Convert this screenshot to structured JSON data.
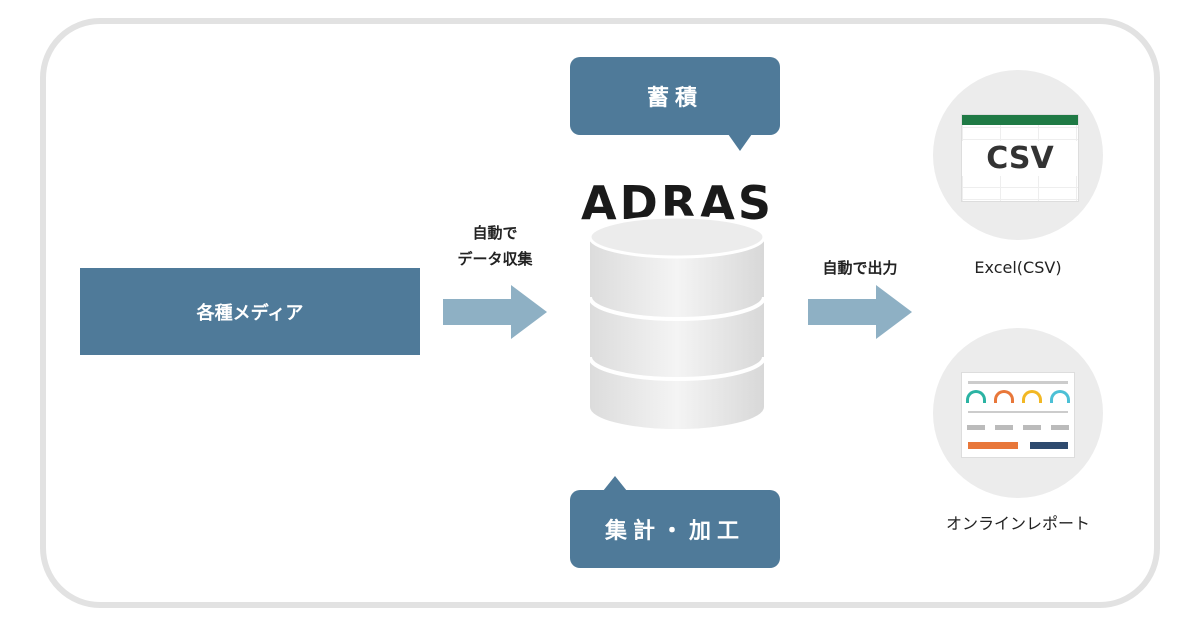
{
  "source": {
    "label": "各種メディア"
  },
  "collect_arrow": {
    "label_line1": "自動で",
    "label_line2": "データ収集"
  },
  "storage_callout": {
    "label": "蓄積"
  },
  "system": {
    "name": "ADRAS"
  },
  "process_callout": {
    "label": "集計・加工"
  },
  "output_arrow": {
    "label": "自動で出力"
  },
  "outputs": [
    {
      "label": "Excel(CSV)",
      "icon_text": "CSV"
    },
    {
      "label": "オンラインレポート"
    }
  ],
  "colors": {
    "primary": "#4f7a99",
    "arrow": "#8eb0c4",
    "excel_green": "#1f7a45"
  }
}
